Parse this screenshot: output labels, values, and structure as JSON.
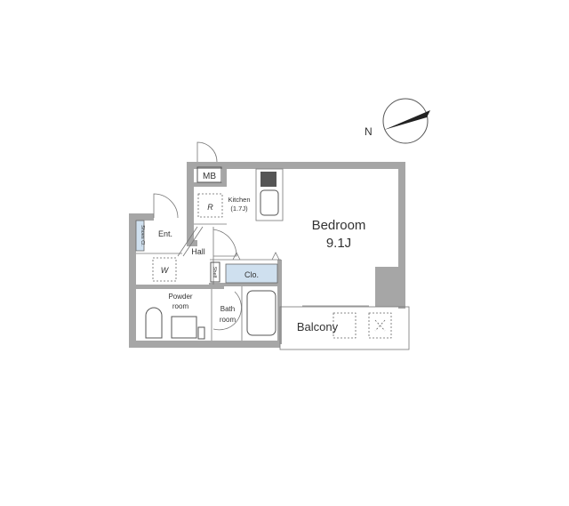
{
  "compass": {
    "label": "N"
  },
  "rooms": {
    "bedroom": {
      "name": "Bedroom",
      "size": "9.1J"
    },
    "kitchen": {
      "name": "Kitchen",
      "size": "(1.7J)",
      "fridge_mark": "R"
    },
    "mb": "MB",
    "entrance": "Ent.",
    "shoes_closet": "Shoes Cl.",
    "hall": "Hall",
    "washer_mark": "W",
    "shelf": "Shelf",
    "closet": "Clo.",
    "powder_room": {
      "line1": "Powder",
      "line2": "room"
    },
    "bath_room": {
      "line1": "Bath",
      "line2": "room"
    },
    "balcony": "Balcony"
  },
  "colors": {
    "wall": "#a6a6a6",
    "storage": "#cfe0ef"
  }
}
